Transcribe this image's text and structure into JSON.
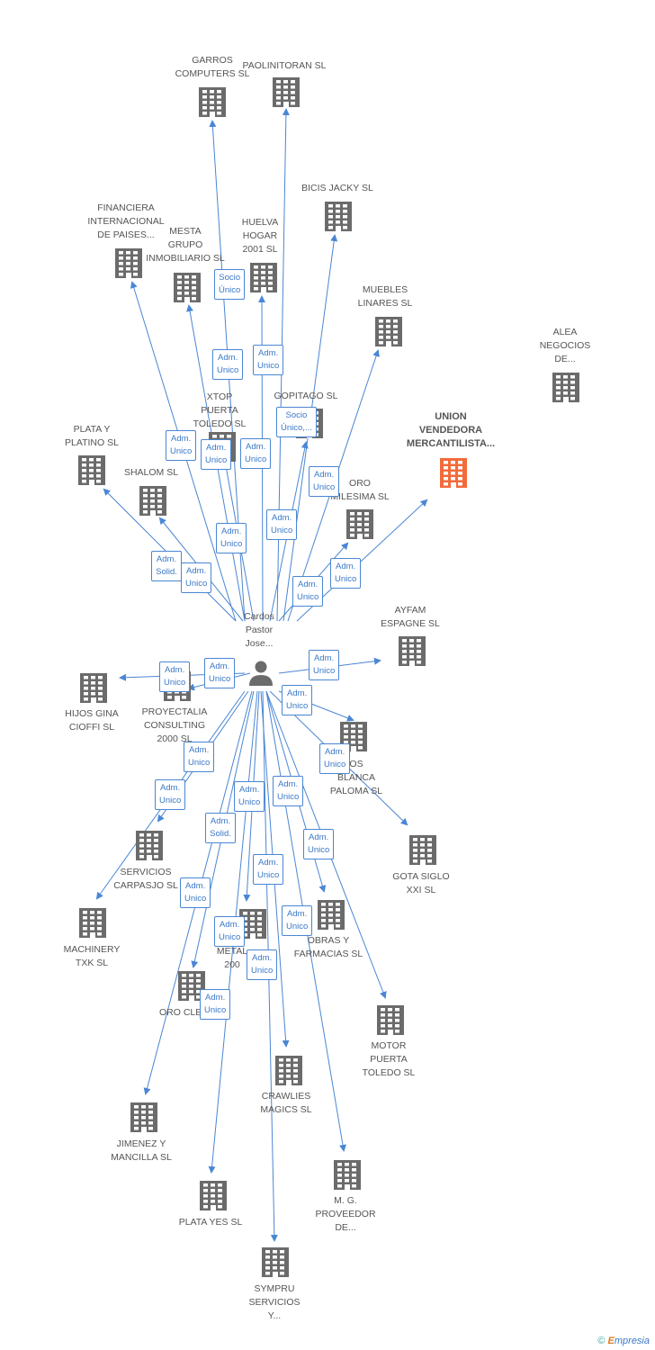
{
  "colors": {
    "edge": "#4a86d4",
    "building": "#6b6b6b",
    "highlight": "#f26b3a"
  },
  "center": {
    "label": "Cardos\nPastor\nJose..."
  },
  "nodes": [
    {
      "id": "garros",
      "label": "GARROS\nCOMPUTERS SL"
    },
    {
      "id": "paolinitoran",
      "label": "PAOLINITORAN SL"
    },
    {
      "id": "bicis",
      "label": "BICIS JACKY SL"
    },
    {
      "id": "financiera",
      "label": "FINANCIERA\nINTERNACIONAL\nDE PAISES..."
    },
    {
      "id": "mesta",
      "label": "MESTA\nGRUPO\nINMOBILIARIO SL"
    },
    {
      "id": "huelva",
      "label": "HUELVA\nHOGAR\n2001 SL"
    },
    {
      "id": "muebles",
      "label": "MUEBLES\nLINARES SL"
    },
    {
      "id": "alea",
      "label": "ALEA\nNEGOCIOS\nDE..."
    },
    {
      "id": "union",
      "label": "UNION\nVENDEDORA\nMERCANTILISTA...",
      "main": true
    },
    {
      "id": "xtop",
      "label": "XTOP\nPUERTA\nTOLEDO SL"
    },
    {
      "id": "gopitago",
      "label": "GOPITAGO SL"
    },
    {
      "id": "plata_platino",
      "label": "PLATA Y\nPLATINO SL"
    },
    {
      "id": "shalom",
      "label": "SHALOM SL"
    },
    {
      "id": "oro_milesima",
      "label": "ORO\nMILESIMA SL"
    },
    {
      "id": "ayfam",
      "label": "AYFAM\nESPAGNE SL"
    },
    {
      "id": "hijos",
      "label": "HIJOS GINA\nCIOFFI SL"
    },
    {
      "id": "proyectalia",
      "label": "PROYECTALIA\nCONSULTING\n2000 SL"
    },
    {
      "id": "blanca",
      "label": "OS\nBLANCA\nPALOMA SL"
    },
    {
      "id": "gota",
      "label": "GOTA SIGLO\nXXI SL"
    },
    {
      "id": "servicios",
      "label": "SERVICIOS\nCARPASJO SL"
    },
    {
      "id": "machinery",
      "label": "MACHINERY\nTXK SL"
    },
    {
      "id": "obras",
      "label": "OBRAS Y\nFARMACIAS SL"
    },
    {
      "id": "metal",
      "label": "METAL\n200"
    },
    {
      "id": "oro_cles",
      "label": "ORO CLES SL"
    },
    {
      "id": "motor",
      "label": "MOTOR\nPUERTA\nTOLEDO SL"
    },
    {
      "id": "crawlies",
      "label": "CRAWLIES\nMAGICS SL"
    },
    {
      "id": "jimenez",
      "label": "JIMENEZ Y\nMANCILLA SL"
    },
    {
      "id": "mg",
      "label": "M. G.\nPROVEEDOR\nDE..."
    },
    {
      "id": "plata_yes",
      "label": "PLATA YES SL"
    },
    {
      "id": "sympru",
      "label": "SYMPRU\nSERVICIOS\nY..."
    }
  ],
  "edge_labels": [
    "Socio\nÚnico",
    "Adm.\nUnico",
    "Adm.\nUnico",
    "Adm.\nUnico",
    "Socio\nÚnico,...",
    "Adm.\nUnico",
    "Adm.\nUnico",
    "Adm.\nUnico",
    "Adm.\nUnico",
    "Adm.\nUnico",
    "Adm.\nUnico",
    "Adm.\nSolid.",
    "Adm.\nUnico",
    "Adm.\nUnico",
    "Adm.\nUnico",
    "Adm.\nUnico",
    "Adm.\nUnico",
    "Adm.\nUnico",
    "Adm.\nUnico",
    "Adm.\nUnico",
    "Adm.\nUnico",
    "Adm.\nUnico",
    "Adm.\nUnico",
    "Adm.\nSolid.",
    "Adm.\nUnico",
    "Adm.\nUnico",
    "Adm.\nUnico",
    "Adm.\nUnico",
    "Adm.\nUnico",
    "Adm.\nUnico",
    "Adm.\nUnico"
  ],
  "footer": {
    "copyright": "©",
    "brand_initial": "E",
    "brand_rest": "mpresia"
  }
}
